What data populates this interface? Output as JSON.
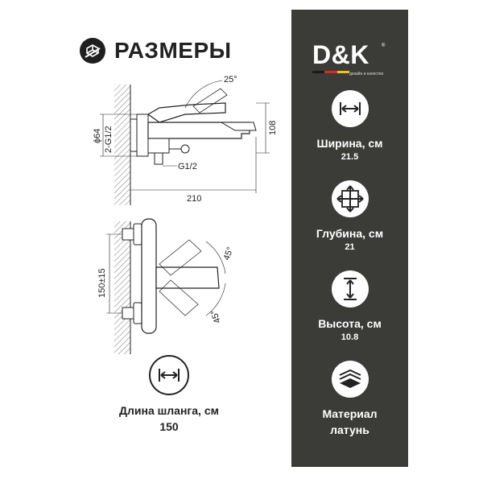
{
  "header": {
    "title": "РАЗМЕРЫ",
    "icon": "measure-box-icon"
  },
  "drawing": {
    "dims": {
      "angle_top": "25°",
      "height": "108",
      "diameter": "ϕ64",
      "thread_side": "2-G1/2",
      "thread_bottom": "G1/2",
      "width": "210",
      "distance": "150±15",
      "angle_upper": "45°",
      "angle_lower": "45°"
    }
  },
  "hose": {
    "label": "Длина шланга, см",
    "value": "150",
    "icon": "width-arrows-icon"
  },
  "brand": {
    "name": "D&K",
    "reg": "®",
    "tagline": "дизайн и качество",
    "stripe_colors": [
      "#1a1a1a",
      "#d62b2b",
      "#f2c21b"
    ]
  },
  "specs": [
    {
      "label": "Ширина, см",
      "value": "21.5",
      "icon": "width-arrows-icon"
    },
    {
      "label": "Глубина, см",
      "value": "21",
      "icon": "depth-arrows-icon"
    },
    {
      "label": "Высота, см",
      "value": "10.8",
      "icon": "height-arrows-icon"
    },
    {
      "label": "Материал",
      "value": "латунь",
      "icon": "material-layers-icon"
    }
  ],
  "colors": {
    "panel": "#3b3b38",
    "text_dark": "#222222",
    "text_light": "#ffffff"
  }
}
